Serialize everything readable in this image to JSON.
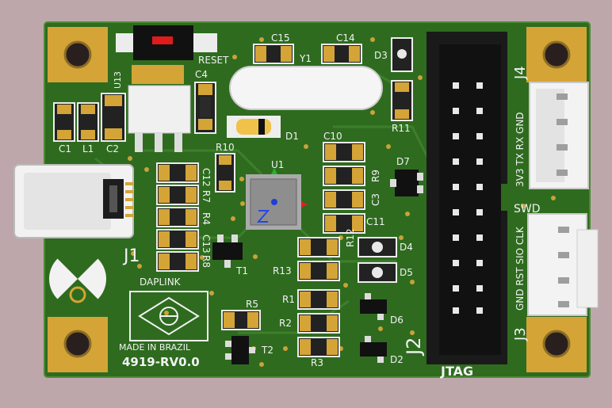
{
  "board": {
    "brand": "DAPLINK",
    "made_in": "MADE IN BRAZIL",
    "revision": "4919-RV0.0",
    "colors": {
      "background": "#bda7ab",
      "pcb": "#2e6b1f",
      "pcb_edge": "#3c7a2a",
      "silkscreen": "#f2f2f2",
      "pad_gold": "#d4a437",
      "header": "#1a1a1a"
    }
  },
  "labels": {
    "reset": "RESET",
    "u13": "U13",
    "c4": "C4",
    "c15": "C15",
    "y1": "Y1",
    "c14": "C14",
    "d3": "D3",
    "r11": "R11",
    "c1": "C1",
    "l1": "L1",
    "c2": "C2",
    "d1": "D1",
    "r10": "R10",
    "c10": "C10",
    "u1": "U1",
    "r9": "R9",
    "c3": "C3",
    "c11": "C11",
    "d7": "D7",
    "c12": "C12",
    "r7": "R7",
    "r4": "R4",
    "c13": "C13",
    "r8": "R8",
    "j1": "J1",
    "t1": "T1",
    "r12": "R12",
    "d4": "D4",
    "r13": "R13",
    "d5": "D5",
    "r1": "R1",
    "r2": "R2",
    "r3": "R3",
    "d6": "D6",
    "d2": "D2",
    "r5": "R5",
    "t2": "T2",
    "j2": "J2",
    "j3": "J3",
    "j4": "J4",
    "jtag": "JTAG",
    "swd": "SWD",
    "uart_pins": "3V3 TX RX GND",
    "swd_pins": "GND RST SIO CLK"
  }
}
